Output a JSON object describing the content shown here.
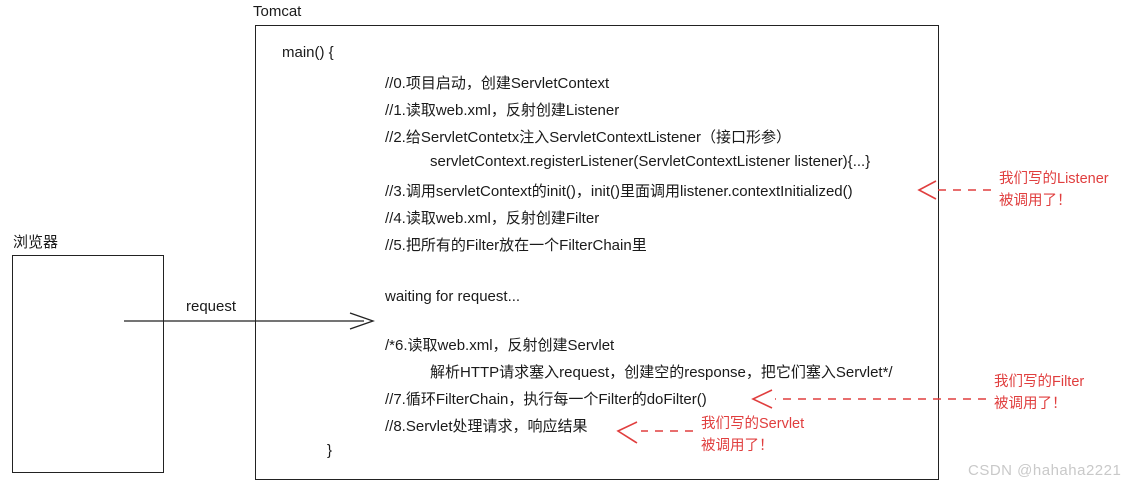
{
  "colors": {
    "ink": "#1a1a1a",
    "annotation_red": "#e03e3e",
    "watermark_gray": "#c9c9c9"
  },
  "tomcat": {
    "title": "Tomcat",
    "main_open": "main() {",
    "main_close": "}",
    "code_lines": [
      "//0.项目启动，创建ServletContext",
      "//1.读取web.xml，反射创建Listener",
      "//2.给ServletContetx注入ServletContextListener（接口形参）",
      "servletContext.registerListener(ServletContextListener listener){...}",
      "//3.调用servletContext的init()，init()里面调用listener.contextInitialized()",
      "//4.读取web.xml，反射创建Filter",
      "//5.把所有的Filter放在一个FilterChain里",
      "waiting for request...",
      "/*6.读取web.xml，反射创建Servlet",
      "解析HTTP请求塞入request，创建空的response，把它们塞入Servlet*/",
      "//7.循环FilterChain，执行每一个Filter的doFilter()",
      "//8.Servlet处理请求，响应结果"
    ]
  },
  "browser": {
    "label": "浏览器"
  },
  "request_arrow": {
    "label": "request"
  },
  "annotations": {
    "listener": {
      "line1": "我们写的Listener",
      "line2": "被调用了！"
    },
    "filter": {
      "line1": "我们写的Filter",
      "line2": "被调用了！"
    },
    "servlet": {
      "line1": "我们写的Servlet",
      "line2": "被调用了！"
    }
  },
  "watermark": "CSDN @hahaha2221"
}
